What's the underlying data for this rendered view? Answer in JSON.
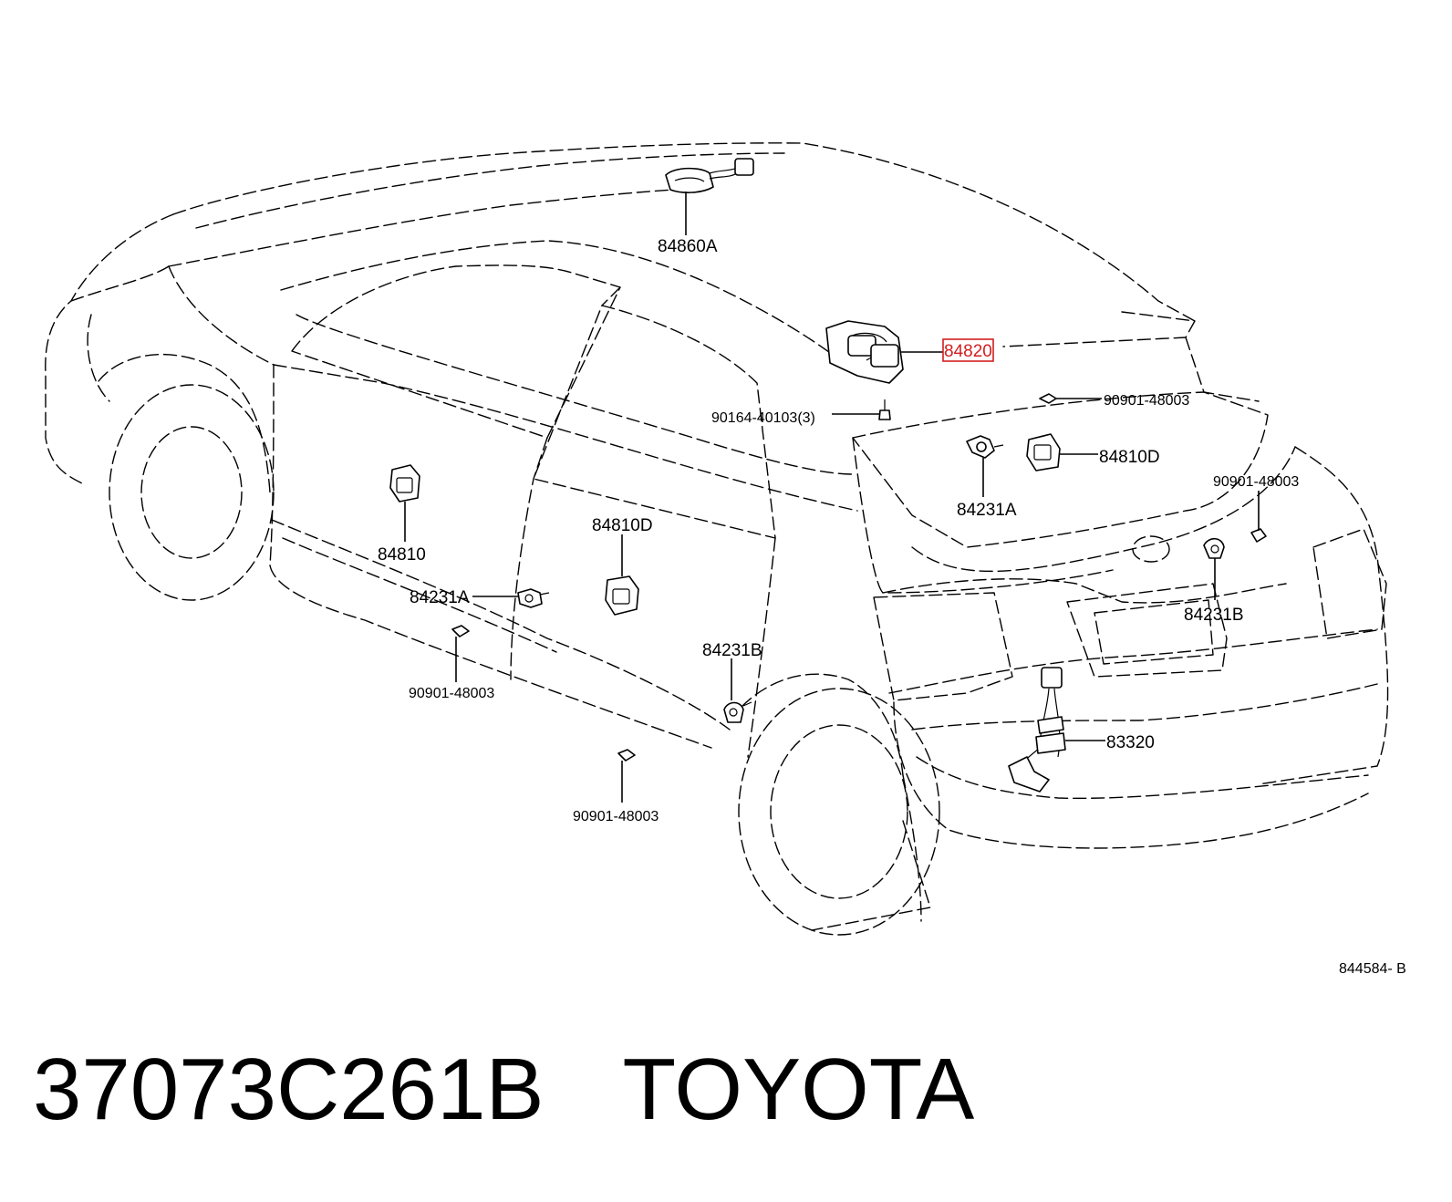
{
  "title": {
    "part_number": "37073C261B",
    "brand": "TOYOTA"
  },
  "reference_code": "844584- B",
  "highlight_color": "#d21f1f",
  "labels": {
    "roof_sensor": "84860A",
    "highlighted_switch": "84820",
    "screw": "90164-40103(3)",
    "clip_upper_right": "90901-48003",
    "sensor_right_upper": "84231A",
    "switch_right": "84810D",
    "clip_far_right": "90901-48003",
    "sensor_far_right": "84231B",
    "switch_left": "84810",
    "switch_center": "84810D",
    "sensor_left": "84231A",
    "clip_left": "90901-48003",
    "sensor_center": "84231B",
    "clip_bottom": "90901-48003",
    "harness": "83320"
  }
}
